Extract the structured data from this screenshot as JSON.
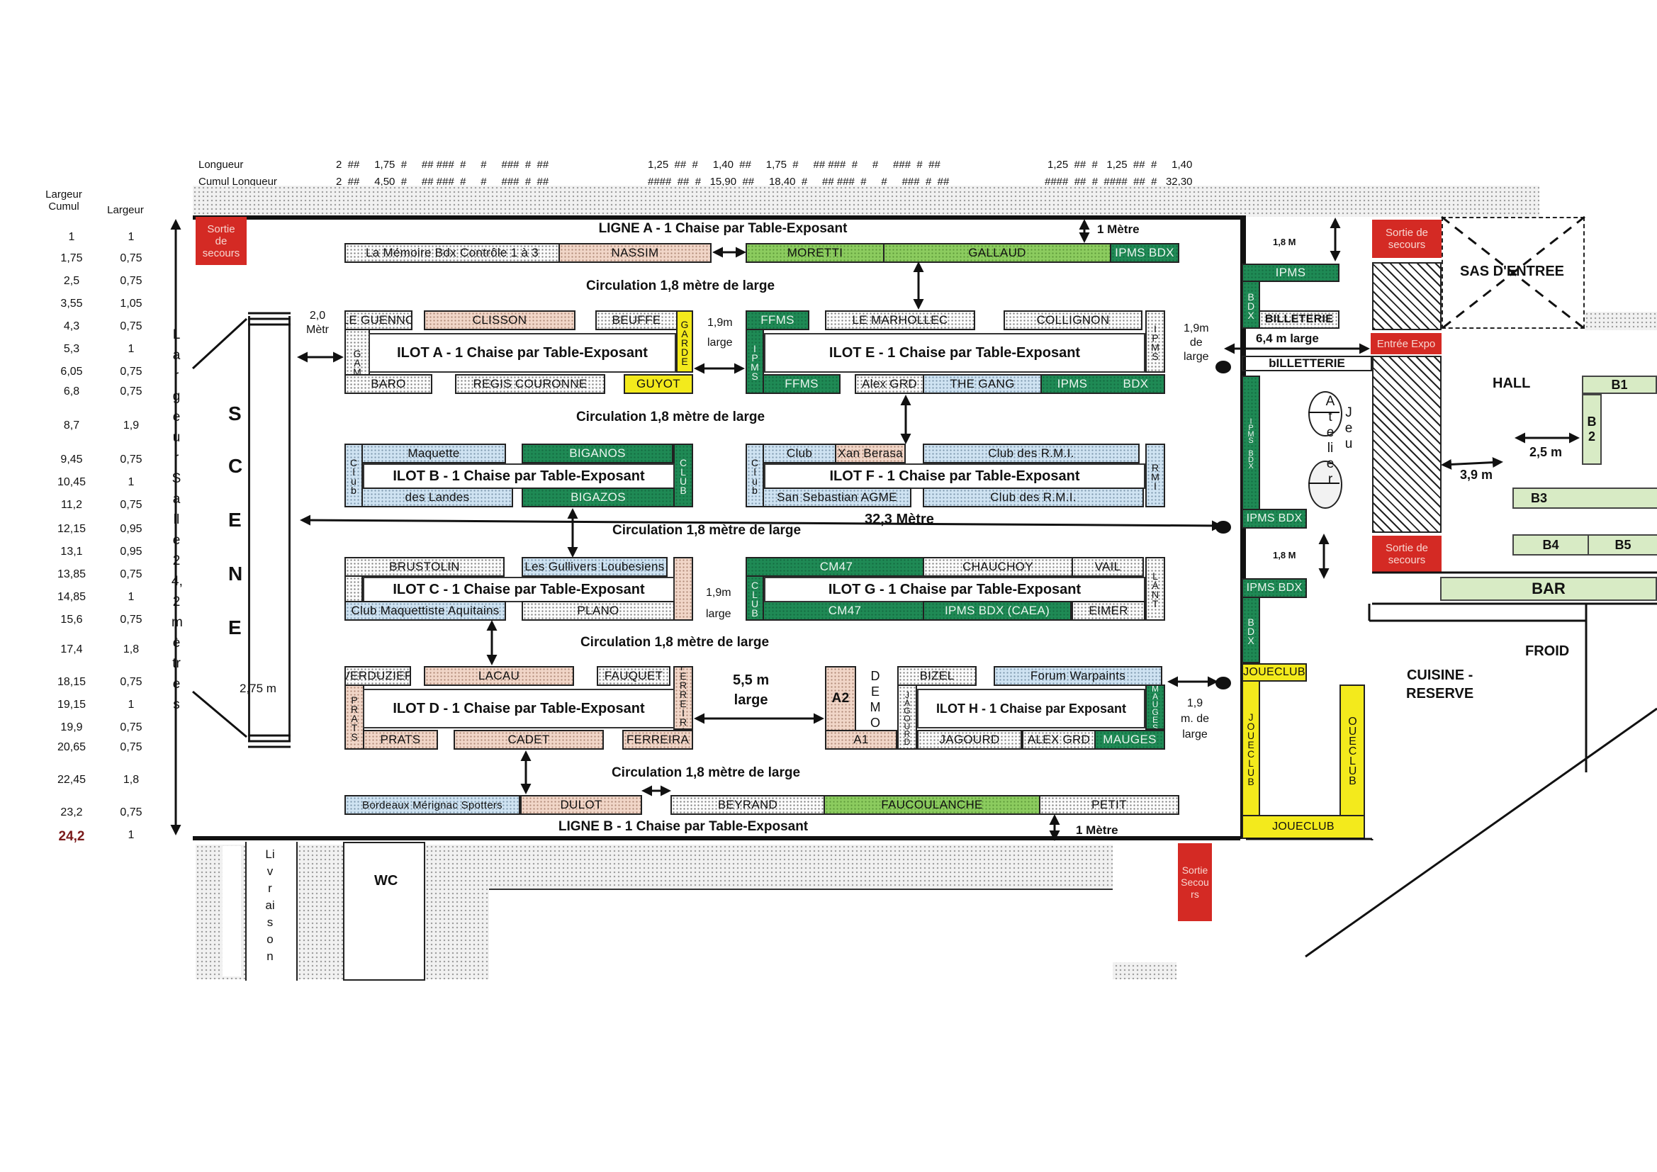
{
  "header": {
    "longueur_label": "Longueur",
    "cumul_label": "Cumul Longueur",
    "longueur_values": "2  ##     1,75  #     ## ###  #     #     ###  #  ##",
    "cumul_values": "2  ##     4,50  #     ## ###  #     #     ###  #  ##",
    "longueur_values_2": "1,25  ##  #     1,40  ##     1,75  #     ## ###  #     #     ###  #  ##",
    "cumul_values_2": "####  ##  #   15,90  ##     18,40  #     ## ###  #     #     ###  #  ##",
    "longueur_values_3": "1,25  ##  #   1,25  ##  #     1,40",
    "cumul_values_3": "####  ##  #  ####  ##  #   32,30"
  },
  "left_table": {
    "col1_header": "Largeur\nCumul",
    "col2_header": "Largeur",
    "cumul": [
      "1",
      "1,75",
      "2,5",
      "3,55",
      "4,3",
      "5,3",
      "6,05",
      "6,8",
      "8,7",
      "9,45",
      "10,45",
      "11,2",
      "12,15",
      "13,1",
      "13,85",
      "14,85",
      "15,6",
      "17,4",
      "18,15",
      "19,15",
      "19,9",
      "20,65",
      "22,45",
      "23,2",
      "24,2"
    ],
    "largeur": [
      "1",
      "0,75",
      "0,75",
      "1,05",
      "0,75",
      "1",
      "0,75",
      "0,75",
      "1,9",
      "0,75",
      "1",
      "0,75",
      "0,95",
      "0,95",
      "0,75",
      "1",
      "0,75",
      "1,8",
      "0,75",
      "1",
      "0,75",
      "0,75",
      "1,8",
      "0,75",
      "1"
    ],
    "vertical_label": "Largeur Salle 24,2 mètres"
  },
  "scene": {
    "letters": [
      "S",
      "C",
      "E",
      "N",
      "E"
    ],
    "width_label": "2,75 m",
    "left_gap": "2,0\nMètr"
  },
  "lines": {
    "ligne_a": "LIGNE A  -  1 Chaise par Table-Exposant",
    "ligne_b": "LIGNE B  -  1 Chaise par Table-Exposant",
    "one_metre_top": "1 Mètre",
    "one_metre_bottom": "1 Mètre"
  },
  "circulations": {
    "c1": "Circulation 1,8 mètre de large",
    "c2": "Circulation 1,8 mètre de large",
    "c3": "Circulation 1,8 mètre de large",
    "c4": "Circulation 1,8 mètre de large",
    "c5": "Circulation 1,8 mètre de large",
    "length": "32,3 Mètre"
  },
  "ilots": {
    "a": "ILOT A  - 1 Chaise par Table-Exposant",
    "b": "ILOT B - 1 Chaise par Table-Exposant",
    "c": "ILOT C - 1 Chaise par Table-Exposant",
    "d": "ILOT D  - 1 Chaise par Table-Exposant",
    "e": "ILOT E  - 1 Chaise par Table-Exposant",
    "f": "ILOT F - 1 Chaise par Table-Exposant",
    "g": "ILOT G - 1 Chaise par Table-Exposant",
    "h": "ILOT H - 1 Chaise par Exposant"
  },
  "stands": {
    "memoire": "La Mémoire Bdx Contrôle 1 à 3",
    "nassim": "NASSIM",
    "moretti": "MORETTI",
    "gallaud": "GALLAUD",
    "ipms_bdx_top": "IPMS BDX",
    "le_guennec": "LE GUENNO",
    "clisson": "CLISSON",
    "beuffe": "BEUFFE",
    "garde": "GARDE",
    "gam": "GAM",
    "baro": "BARO",
    "regis": "REGIS COURONNE",
    "guyot": "GUYOT",
    "ffms_top": "FFMS",
    "ipms_side": "IPMS",
    "ffms_bottom": "FFMS",
    "le_marhollec": "LE MARHOLLEC",
    "collignon": "COLLIGNON",
    "ipms_right": "IPMS",
    "alex_grd": "Alex GRD",
    "the_gang": "THE GANG",
    "ipms_bdx_e": "IPMS          BDX",
    "maquette": "Maquette",
    "club_left": "Club",
    "des_landes": "des Landes",
    "biganos": "BIGANOS",
    "club_b": "CLUB",
    "bigazos": "BIGAZOS",
    "club_f": "Club",
    "xan_berasa": "Xan Berasa",
    "club_rmi": "Club des R.M.I.",
    "san_sebastian": "San Sebastian AGME",
    "club_rmi_2": "Club des R.M.I.",
    "rmi": "RMI",
    "brustolin": "BRUSTOLIN",
    "gullivers": "Les Gullivers Loubesiens",
    "club_maq": "Club Maquettiste Aquitains",
    "plano": "PLANO",
    "cm47_top": "CM47",
    "club_g": "CLUB",
    "cm47_bottom": "CM47",
    "chauchoy": "CHAUCHOY",
    "vail": "VAIL",
    "ipms_caea": "IPMS  BDX (CAEA)",
    "eimer": "EIMER",
    "lant": "LANT",
    "verduzier": "VERDUZIER",
    "lacau": "LACAU",
    "fauquet": "FAUQUET",
    "ferreira_side": "FERREIRA",
    "prats_side": "PRATS",
    "prats": "PRATS",
    "cadet": "CADET",
    "ferreira": "FERREIRA",
    "a2": "A2",
    "demo": "DEMO",
    "a1": "A1",
    "bizel": "BIZEL",
    "forum": "Forum Warpaints",
    "jagourd_side": "JAGOURD",
    "jagourd": "JAGOURD",
    "alex_grd_h": "ALEX GRD",
    "mauges": "MAUGES",
    "mauges_side": "MAUGES",
    "bordeaux": "Bordeaux Mérignac Spotters",
    "dulot": "DULOT",
    "beyrand": "BEYRAND",
    "faucoulanche": "FAUCOULANCHE",
    "petit": "PETIT"
  },
  "right_zone": {
    "ipms_top": "IPMS",
    "bdx_side": "BDX",
    "billeterie": "BILLETERIE",
    "width_64": "6,4 m large",
    "billetterie2": "bILLETTERIE",
    "ipms_bdx_vert": "IPMS BDX",
    "ipms_bdx_bottom": "IPMS BDX",
    "ipms_bdx_2": "IPMS BDX",
    "bdx_2": "BDX",
    "joueclub_top": "JOUECLUB",
    "joueclub_vert": "JOUECLUB",
    "oueclub": "OUECLUB",
    "joueclub_bottom": "JOUECLUB",
    "m18_top": "1,8 M",
    "m18_bottom": "1,8 M",
    "atelier": "Atelier",
    "jeu": "Jeu",
    "width_19_top": "1,9m\nde\nlarge",
    "width_19_e": "1,9m\nlarge",
    "width_19_g": "1,9m\nlarge",
    "width_19_bottom": "1,9\nm. de\nlarge",
    "width_55": "5,5 m\nlarge"
  },
  "exits": {
    "top_left": "Sortie\nde\nsecours",
    "top_right": "Sortie de\nsecours",
    "entree_expo": "Entrée Expo",
    "mid_right": "Sortie de\nsecours",
    "bottom": "Sortie\nSecou\nrs"
  },
  "hall": {
    "sas": "SAS D'ENTREE",
    "hall": "HALL",
    "b1": "B1",
    "b2": "B\n2",
    "b3": "B3",
    "b4": "B4",
    "b5": "B5",
    "bar": "BAR",
    "froid": "FROID",
    "cuisine": "CUISINE -\nRESERVE",
    "w25": "2,5 m",
    "w39": "3,9 m"
  },
  "lower": {
    "livraison": "Livraison",
    "wc": "WC"
  }
}
